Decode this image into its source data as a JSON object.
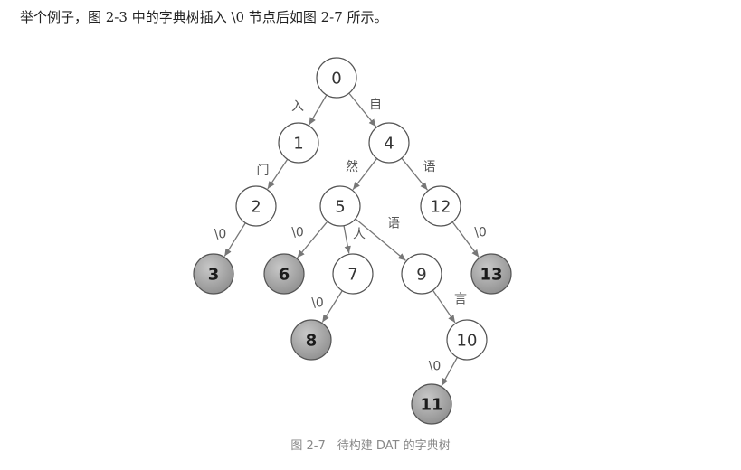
{
  "intro_text": "举个例子，图 2-3 中的字典树插入 \\0 节点后如图 2-7 所示。",
  "caption": "图 2-7　待构建 DAT 的字典树",
  "colors": {
    "normal_node_fill": "#ffffff",
    "terminal_node_fill": "#a9a9a9",
    "node_stroke": "#555555",
    "edge": "#777777"
  },
  "tree": {
    "nodes": [
      {
        "id": "0",
        "terminal": false
      },
      {
        "id": "1",
        "terminal": false
      },
      {
        "id": "4",
        "terminal": false
      },
      {
        "id": "2",
        "terminal": false
      },
      {
        "id": "5",
        "terminal": false
      },
      {
        "id": "12",
        "terminal": false
      },
      {
        "id": "3",
        "terminal": true
      },
      {
        "id": "6",
        "terminal": true
      },
      {
        "id": "7",
        "terminal": false
      },
      {
        "id": "9",
        "terminal": false
      },
      {
        "id": "13",
        "terminal": true
      },
      {
        "id": "8",
        "terminal": true
      },
      {
        "id": "10",
        "terminal": false
      },
      {
        "id": "11",
        "terminal": true
      }
    ],
    "edges": [
      {
        "from": "0",
        "to": "1",
        "label": "入"
      },
      {
        "from": "0",
        "to": "4",
        "label": "自"
      },
      {
        "from": "1",
        "to": "2",
        "label": "门"
      },
      {
        "from": "4",
        "to": "5",
        "label": "然"
      },
      {
        "from": "4",
        "to": "12",
        "label": "语"
      },
      {
        "from": "2",
        "to": "3",
        "label": "\\0"
      },
      {
        "from": "5",
        "to": "6",
        "label": "\\0"
      },
      {
        "from": "5",
        "to": "7",
        "label": "人"
      },
      {
        "from": "5",
        "to": "9",
        "label": "语"
      },
      {
        "from": "12",
        "to": "13",
        "label": "\\0"
      },
      {
        "from": "7",
        "to": "8",
        "label": "\\0"
      },
      {
        "from": "9",
        "to": "10",
        "label": "言"
      },
      {
        "from": "10",
        "to": "11",
        "label": "\\0"
      }
    ]
  }
}
